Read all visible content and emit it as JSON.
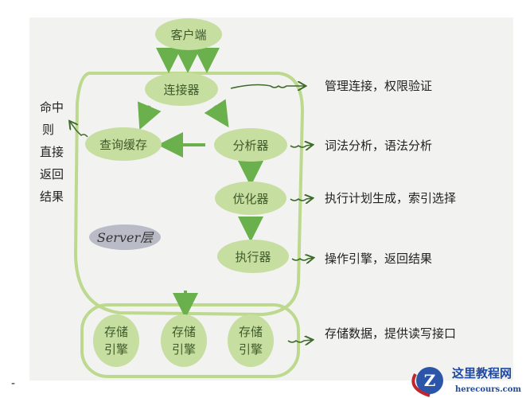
{
  "nodes": {
    "client": "客户端",
    "connector": "连接器",
    "query_cache": "查询缓存",
    "analyzer": "分析器",
    "optimizer": "优化器",
    "executor": "执行器",
    "server_layer": "Server层",
    "storage_engine_line1": "存储",
    "storage_engine_line2": "引擎"
  },
  "notes": {
    "connector": "管理连接，权限验证",
    "analyzer": "词法分析，语法分析",
    "optimizer": "执行计划生成，索引选择",
    "executor": "操作引擎，返回结果",
    "storage": "存储数据，提供读写接口"
  },
  "cache_hit_note": [
    "命中",
    "则",
    "直接",
    "返回",
    "结果"
  ],
  "stray_mark": "-",
  "watermark": {
    "title": "这里教程网",
    "domain": "herecours.com"
  },
  "colors": {
    "node_fill": "#c6dea0",
    "arrow": "#6ab04c",
    "outline": "#bcd98e",
    "server_pill": "#b9bcc6",
    "canvas": "#f2f2f0"
  }
}
